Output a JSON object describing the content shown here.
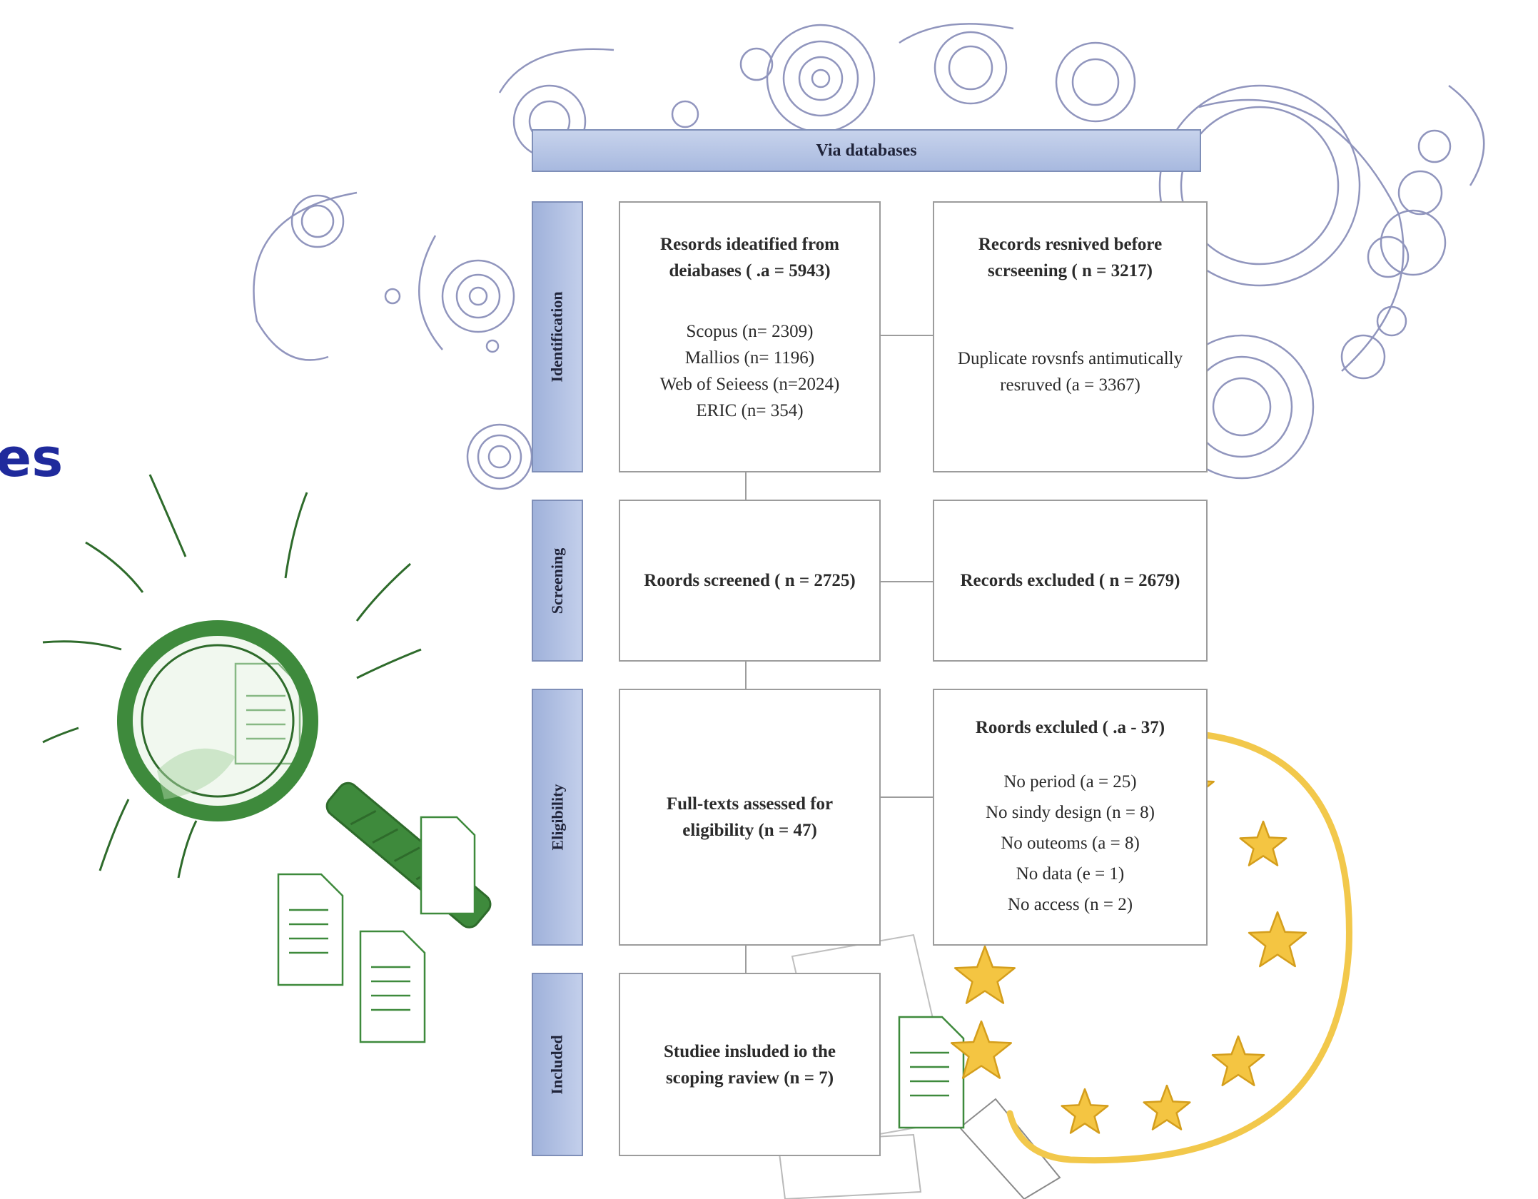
{
  "heading_fragment": "es",
  "header": {
    "label": "Via databases"
  },
  "stages": {
    "identification": "Identification",
    "screening": "Screening",
    "eligibility": "Eligibility",
    "included": "Included"
  },
  "boxes": {
    "identified": {
      "title_1": "Resords ideatified from",
      "title_2": "deiabases ( .a = 5943)",
      "sources": [
        "Scopus (n= 2309)",
        "Mallios (n= 1196)",
        "Web of Seieess (n=2024)",
        "ERIC (n= 354)"
      ]
    },
    "removed": {
      "title_1": "Records resnived before",
      "title_2": "scrseening ( n = 3217)",
      "detail_1": "Duplicate rovsnfs antimutically",
      "detail_2": "resruved (a = 3367)"
    },
    "screened": {
      "label": "Roords screened ( n = 2725)"
    },
    "excluded_screening": {
      "label": "Records excluded ( n = 2679)"
    },
    "fulltext": {
      "line_1": "Full-texts assessed for",
      "line_2": "eligibility (n = 47)"
    },
    "excluded_fulltext": {
      "title": "Roords excluled ( .a - 37)",
      "reasons": [
        "No period (a = 25)",
        "No sindy design (n = 8)",
        "No outeoms (a = 8)",
        "No data (e = 1)",
        "No access (n = 2)"
      ]
    },
    "included": {
      "line_1": "Studiee insluded io the",
      "line_2": "scoping raview (n = 7)"
    }
  },
  "colors": {
    "heading": "#1f2a9c",
    "stage_fill": "#a8b9df",
    "magnifier": "#3e8a3c",
    "stars": "#f4c542",
    "arc": "#f2c84b"
  },
  "icons": [
    "magnifying-glass-icon",
    "document-icon",
    "star-icon",
    "doodle-swirls"
  ]
}
